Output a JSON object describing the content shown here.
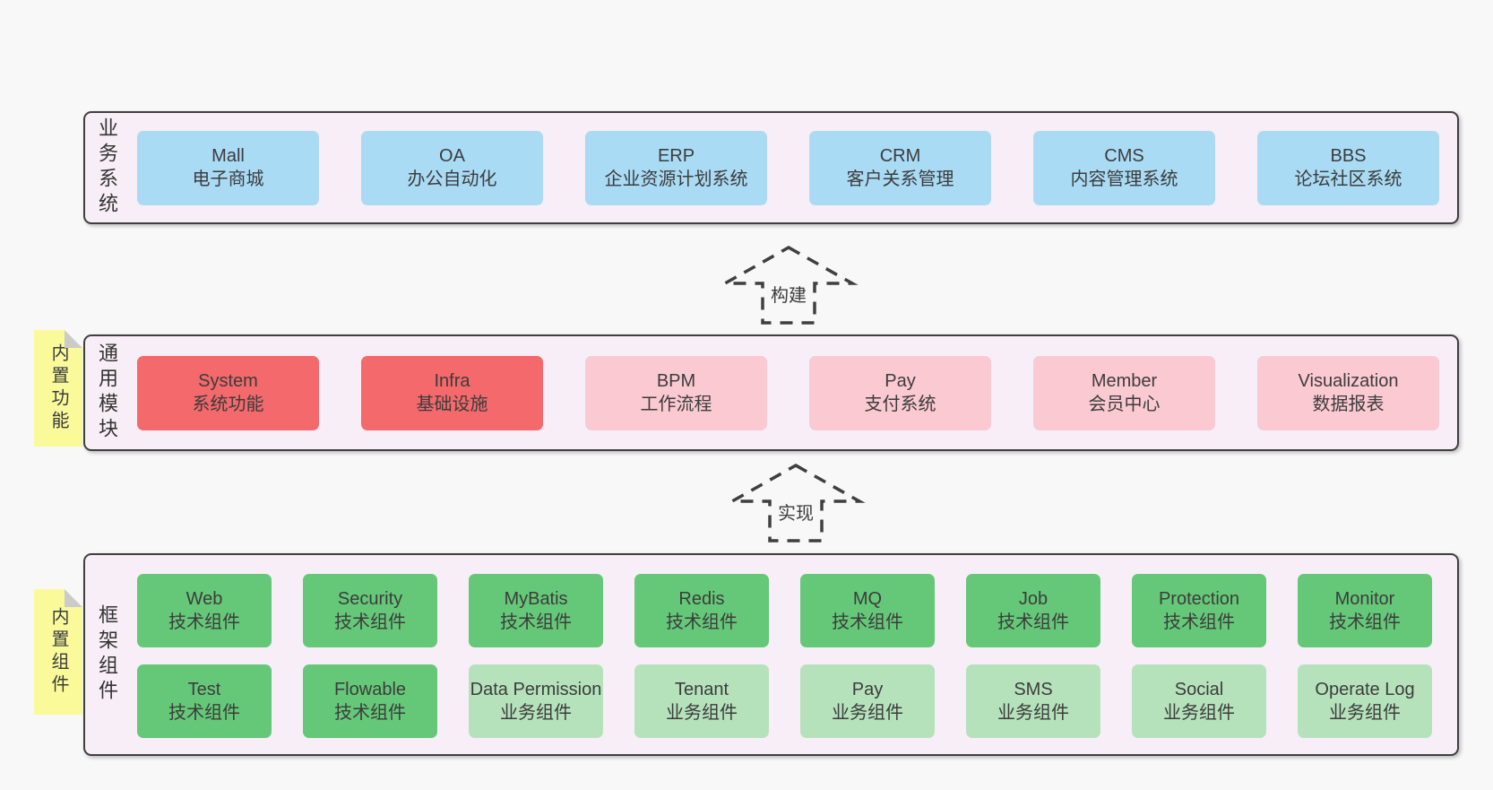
{
  "palette": {
    "page_bg": "#f8f8f8",
    "panel_bg": "#f8eef7",
    "panel_border": "#3f3f3f",
    "blue": "#a9dbf5",
    "red": "#f4696b",
    "pink": "#fbc9d2",
    "green": "#65c878",
    "light_green": "#b5e2bb",
    "sticky_yellow": "#fafa9b",
    "sticky_fold": "#cbcbcb",
    "text": "#3c3c3c"
  },
  "arrows": [
    {
      "label": "构建"
    },
    {
      "label": "实现"
    }
  ],
  "tiers": [
    {
      "id": "business-systems",
      "label": "业务系统",
      "boxes": [
        {
          "en": "Mall",
          "zh": "电子商城",
          "type": "blue"
        },
        {
          "en": "OA",
          "zh": "办公自动化",
          "type": "blue"
        },
        {
          "en": "ERP",
          "zh": "企业资源计划系统",
          "type": "blue"
        },
        {
          "en": "CRM",
          "zh": "客户关系管理",
          "type": "blue"
        },
        {
          "en": "CMS",
          "zh": "内容管理系统",
          "type": "blue"
        },
        {
          "en": "BBS",
          "zh": "论坛社区系统",
          "type": "blue"
        }
      ]
    },
    {
      "id": "common-modules",
      "label": "通用模块",
      "note": "内置功能",
      "boxes": [
        {
          "en": "System",
          "zh": "系统功能",
          "type": "red"
        },
        {
          "en": "Infra",
          "zh": "基础设施",
          "type": "red"
        },
        {
          "en": "BPM",
          "zh": "工作流程",
          "type": "pink"
        },
        {
          "en": "Pay",
          "zh": "支付系统",
          "type": "pink"
        },
        {
          "en": "Member",
          "zh": "会员中心",
          "type": "pink"
        },
        {
          "en": "Visualization",
          "zh": "数据报表",
          "type": "pink"
        }
      ]
    },
    {
      "id": "framework-components",
      "label": "框架组件",
      "note": "内置组件",
      "rows": [
        [
          {
            "en": "Web",
            "zh": "技术组件",
            "type": "green"
          },
          {
            "en": "Security",
            "zh": "技术组件",
            "type": "green"
          },
          {
            "en": "MyBatis",
            "zh": "技术组件",
            "type": "green"
          },
          {
            "en": "Redis",
            "zh": "技术组件",
            "type": "green"
          },
          {
            "en": "MQ",
            "zh": "技术组件",
            "type": "green"
          },
          {
            "en": "Job",
            "zh": "技术组件",
            "type": "green"
          },
          {
            "en": "Protection",
            "zh": "技术组件",
            "type": "green"
          },
          {
            "en": "Monitor",
            "zh": "技术组件",
            "type": "green"
          }
        ],
        [
          {
            "en": "Test",
            "zh": "技术组件",
            "type": "green"
          },
          {
            "en": "Flowable",
            "zh": "技术组件",
            "type": "green"
          },
          {
            "en": "Data Permission",
            "zh": "业务组件",
            "type": "lightgreen"
          },
          {
            "en": "Tenant",
            "zh": "业务组件",
            "type": "lightgreen"
          },
          {
            "en": "Pay",
            "zh": "业务组件",
            "type": "lightgreen"
          },
          {
            "en": "SMS",
            "zh": "业务组件",
            "type": "lightgreen"
          },
          {
            "en": "Social",
            "zh": "业务组件",
            "type": "lightgreen"
          },
          {
            "en": "Operate Log",
            "zh": "业务组件",
            "type": "lightgreen"
          }
        ]
      ]
    }
  ]
}
